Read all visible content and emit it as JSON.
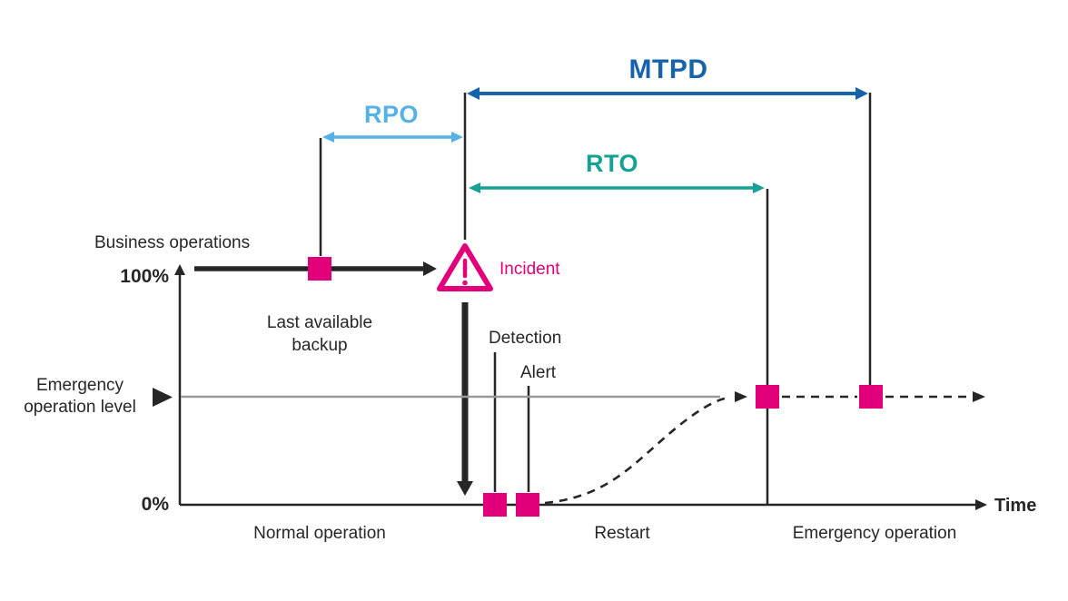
{
  "labels": {
    "mtpd": "MTPD",
    "rpo": "RPO",
    "rto": "RTO",
    "business_operations": "Business operations",
    "percent_100": "100%",
    "percent_0": "0%",
    "last_backup": [
      "Last available",
      "backup"
    ],
    "incident": "Incident",
    "detection": "Detection",
    "alert": "Alert",
    "emergency_level": [
      "Emergency",
      "operation level"
    ],
    "time_axis": "Time"
  },
  "phases": {
    "normal": "Normal operation",
    "restart": "Restart",
    "emergency": "Emergency operation"
  },
  "markers": {
    "shape": "square",
    "count": 5,
    "positions": [
      "last-backup",
      "detection",
      "alert",
      "emergency-level-reached",
      "emergency-level-continued"
    ]
  },
  "icons": {
    "incident": "warning-triangle-icon",
    "emergency_level_pointer": "right-triangle-pointer"
  },
  "colors": {
    "mtpd": "#1763ab",
    "rpo": "#55b2e6",
    "rto": "#14a296",
    "magenta": "#e2007a",
    "line": "#262626",
    "gray": "#9a9a9a"
  }
}
